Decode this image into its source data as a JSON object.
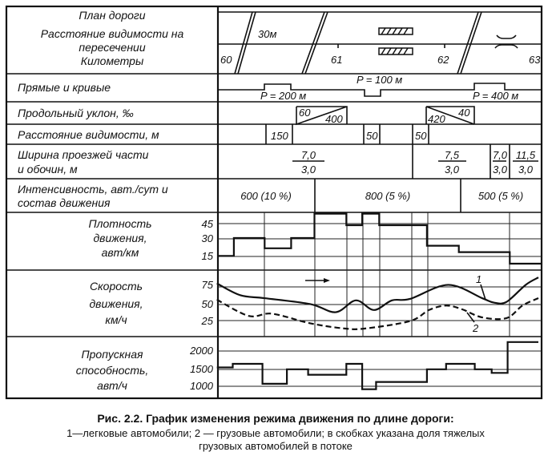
{
  "labels": {
    "plan": [
      "План дороги",
      "Расстояние видимости на",
      "пересечении",
      "Километры"
    ],
    "alignment": "Прямые и кривые",
    "grade": "Продольный уклон, ‰",
    "sight": "Расстояние видимости, м",
    "width": [
      "Ширина проезжей части",
      "и обочин, м"
    ],
    "intensity": [
      "Интенсивность, авт./сут и",
      "состав движения"
    ],
    "density": [
      "Плотность",
      "движения,",
      "авт/км"
    ],
    "speed": [
      "Скорость",
      "движения,",
      "км/ч"
    ],
    "capacity": [
      "Пропускная",
      "способность,",
      "авт/ч"
    ]
  },
  "plan": {
    "km": [
      "60",
      "61",
      "62",
      "63"
    ],
    "intersection_sight": "30м"
  },
  "alignment": {
    "curves": [
      "P = 200 м",
      "P = 100 м",
      "P = 400 м"
    ]
  },
  "grade": {
    "a_top": "60",
    "a_bottom": "400",
    "b_bottom": "420",
    "b_top": "40"
  },
  "sight": [
    "150",
    "50",
    "50"
  ],
  "width": [
    {
      "top": "7,0",
      "bottom": "3,0"
    },
    {
      "top": "7,5",
      "bottom": "3,0"
    },
    {
      "top": "7,0",
      "bottom": "3,0"
    },
    {
      "top": "11,5",
      "bottom": "3,0"
    }
  ],
  "intensity": [
    "600 (10 %)",
    "800 (5 %)",
    "500 (5 %)"
  ],
  "chart_data": [
    {
      "type": "line",
      "title": "Плотность движения, авт/км",
      "step": true,
      "xlabel": "км",
      "xlim": [
        59.87,
        62.92
      ],
      "yticks": [
        "45",
        "30",
        "15"
      ],
      "ylim": [
        5,
        50
      ],
      "x_breaks": [
        59.87,
        60.02,
        60.31,
        60.56,
        60.78,
        61.08,
        61.23,
        61.39,
        61.84,
        62.14,
        62.62,
        62.92
      ],
      "values": [
        16,
        30,
        22,
        30,
        49,
        40,
        49,
        40,
        24,
        19,
        10
      ]
    },
    {
      "type": "line",
      "title": "Скорость движения, км/ч",
      "xlabel": "км",
      "xlim": [
        59.87,
        62.92
      ],
      "yticks": [
        "75",
        "50",
        "25"
      ],
      "ylim": [
        5,
        95
      ],
      "series": [
        {
          "name": "1",
          "style": "solid",
          "x": [
            59.86,
            60.08,
            60.31,
            60.74,
            60.98,
            61.17,
            61.34,
            61.51,
            61.68,
            62.04,
            62.36,
            62.47,
            62.59,
            62.77,
            62.89
          ],
          "y": [
            77,
            61,
            57,
            49,
            38,
            54,
            41,
            54,
            56,
            75,
            57,
            51,
            52,
            75,
            85
          ]
        },
        {
          "name": "2",
          "style": "dashed",
          "x": [
            59.86,
            60.16,
            60.38,
            60.74,
            61.06,
            61.26,
            61.68,
            61.86,
            62.02,
            62.17,
            62.36,
            62.59,
            62.74,
            62.89
          ],
          "y": [
            55,
            33,
            36,
            23,
            16,
            16,
            26,
            41,
            47,
            42,
            31,
            30,
            47,
            57
          ]
        }
      ]
    },
    {
      "type": "line",
      "title": "Пропускная способность, авт/ч",
      "step": true,
      "xlabel": "км",
      "xlim": [
        59.87,
        62.92
      ],
      "yticks": [
        "2000",
        "1500",
        "1000"
      ],
      "ylim": [
        700,
        2400
      ],
      "x_breaks": [
        59.86,
        60.01,
        60.29,
        60.52,
        60.72,
        61.08,
        61.23,
        61.36,
        61.84,
        62.02,
        62.29,
        62.45,
        62.6,
        62.89
      ],
      "values": [
        1550,
        1650,
        1100,
        1500,
        1350,
        1650,
        950,
        1150,
        1500,
        1650,
        1500,
        1400,
        2250
      ]
    }
  ],
  "caption": {
    "title": "Рис. 2.2. График изменения режима движения по длине дороги:",
    "line1": "1—легковые автомобили; 2 — грузовые автомобили; в скобках указана доля тяжелых",
    "line2": "грузовых автомобилей в потоке"
  }
}
